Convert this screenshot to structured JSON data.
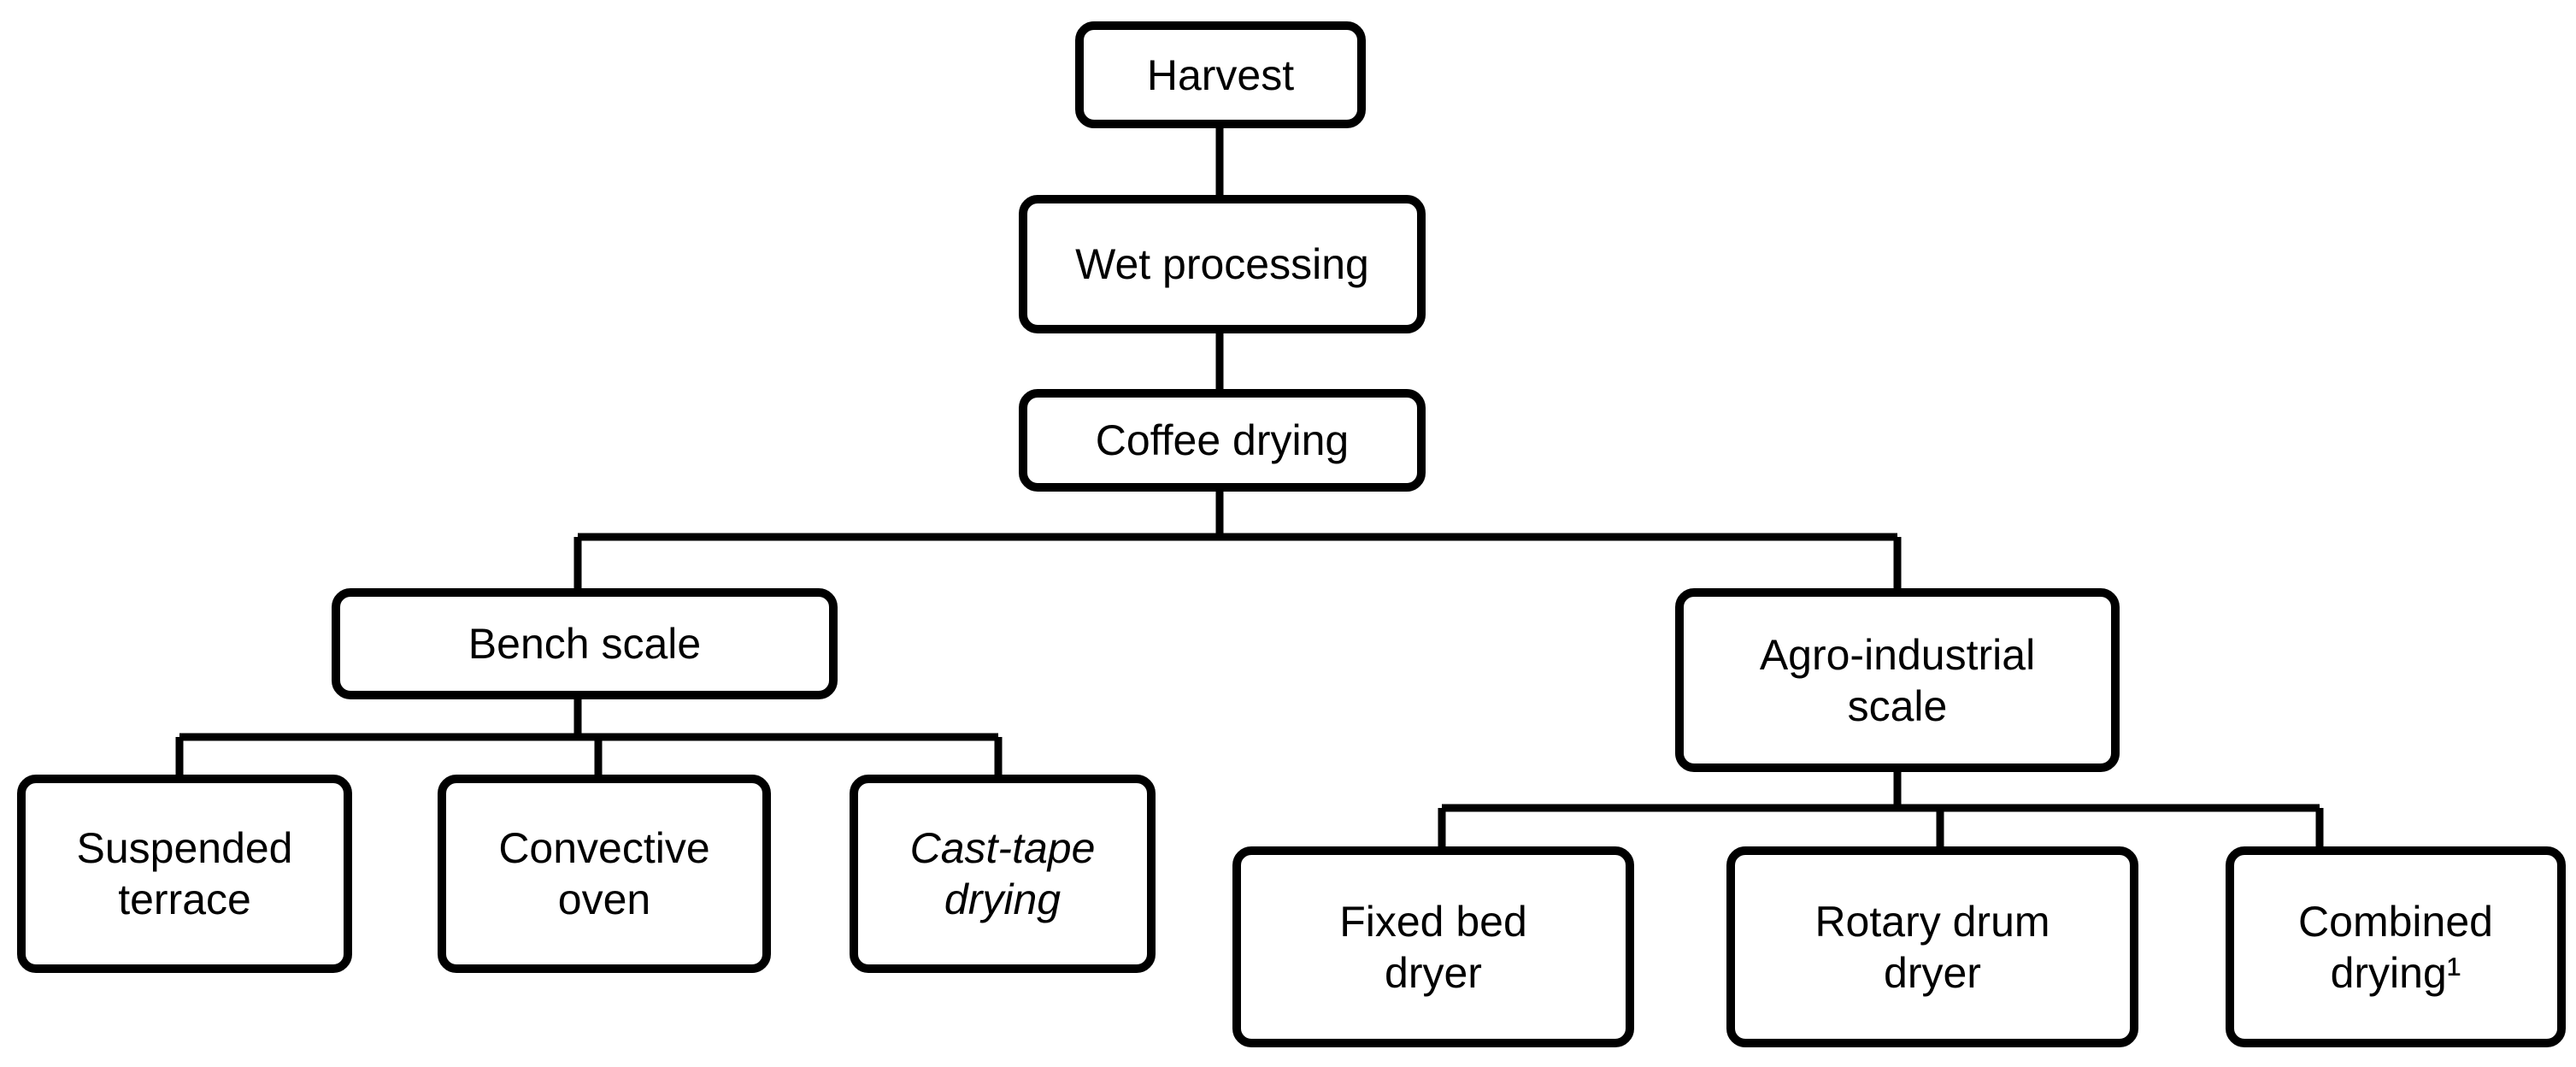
{
  "nodes": {
    "harvest": {
      "lines": [
        "Harvest"
      ]
    },
    "wet_processing": {
      "lines": [
        "Wet processing"
      ]
    },
    "coffee_drying": {
      "lines": [
        "Coffee drying"
      ]
    },
    "bench_scale": {
      "lines": [
        "Bench scale"
      ]
    },
    "agro_industrial_scale": {
      "lines": [
        "Agro-industrial",
        "scale"
      ]
    },
    "suspended_terrace": {
      "lines": [
        "Suspended",
        "terrace"
      ]
    },
    "convective_oven": {
      "lines": [
        "Convective",
        "oven"
      ]
    },
    "cast_tape_drying": {
      "lines": [
        "Cast-tape",
        "drying"
      ]
    },
    "fixed_bed_dryer": {
      "lines": [
        "Fixed bed",
        "dryer"
      ]
    },
    "rotary_drum_dryer": {
      "lines": [
        "Rotary drum",
        "dryer"
      ]
    },
    "combined_drying": {
      "lines": [
        "Combined",
        "drying¹"
      ]
    }
  }
}
